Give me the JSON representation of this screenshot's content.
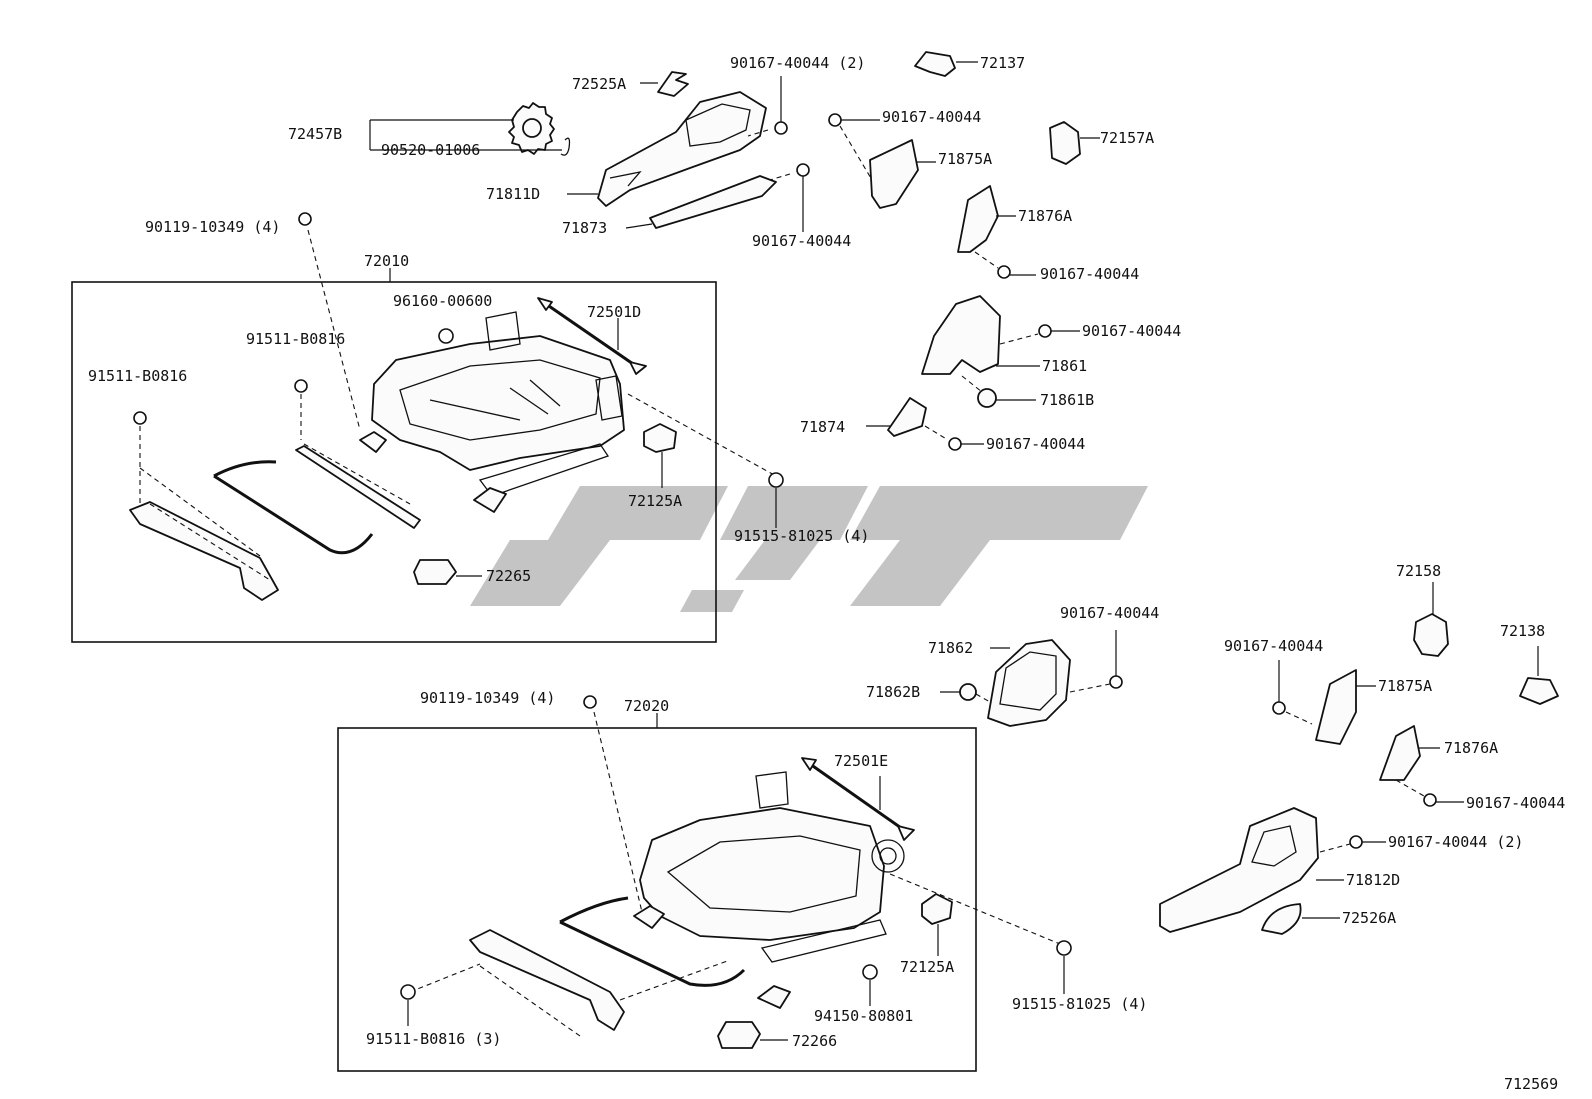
{
  "diagram_id": "712569",
  "watermark_text": "",
  "labels": {
    "p72525A": "72525A",
    "p90167_40044_2_top": "90167-40044 (2)",
    "p72137": "72137",
    "p72457B": "72457B",
    "p90520_01006": "90520-01006",
    "p90167_40044_a": "90167-40044",
    "p72157A": "72157A",
    "p71875A_top": "71875A",
    "p71811D": "71811D",
    "p71873": "71873",
    "p90167_40044_b": "90167-40044",
    "p71876A_top": "71876A",
    "p90119_10349_top": "90119-10349 (4)",
    "p90167_40044_c": "90167-40044",
    "p72010": "72010",
    "p96160_00600": "96160-00600",
    "p72501D": "72501D",
    "p90167_40044_d": "90167-40044",
    "p91511_B0816_a": "91511-B0816",
    "p71861": "71861",
    "p91511_B0816_b": "91511-B0816",
    "p71861B": "71861B",
    "p71874": "71874",
    "p90167_40044_e": "90167-40044",
    "p72125A_top": "72125A",
    "p91515_81025_top": "91515-81025 (4)",
    "p72265": "72265",
    "p72158": "72158",
    "p90167_40044_f": "90167-40044",
    "p71862": "71862",
    "p90167_40044_g": "90167-40044",
    "p72138": "72138",
    "p71875A_bot": "71875A",
    "p71862B": "71862B",
    "p90119_10349_bot": "90119-10349 (4)",
    "p72020": "72020",
    "p71876A_bot": "71876A",
    "p90167_40044_h": "90167-40044",
    "p72501E": "72501E",
    "p90167_40044_2_bot": "90167-40044 (2)",
    "p71812D": "71812D",
    "p72526A": "72526A",
    "p72125A_bot": "72125A",
    "p91515_81025_bot": "91515-81025 (4)",
    "p94150_80801": "94150-80801",
    "p91511_B0816_3": "91511-B0816 (3)",
    "p72266": "72266"
  },
  "colors": {
    "line": "#111111",
    "watermark": "#c4c4c4",
    "background": "#ffffff"
  }
}
